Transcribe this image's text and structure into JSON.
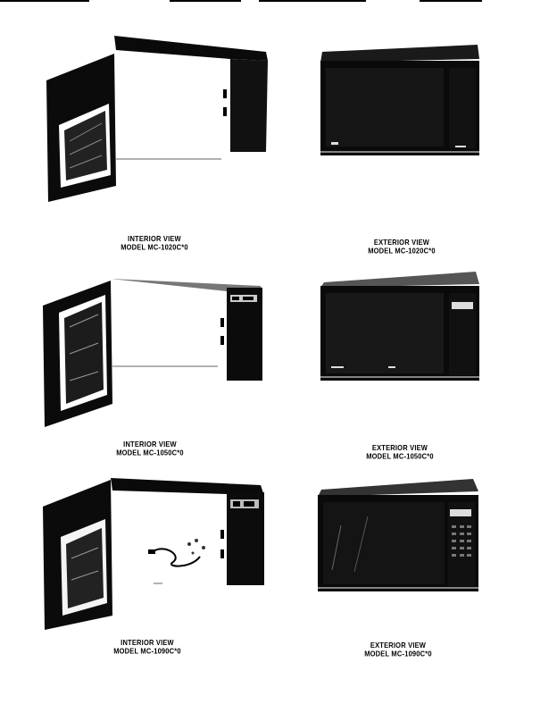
{
  "captions": [
    {
      "line1": "INTERIOR VIEW",
      "line2": "MODEL MC-1020C*0"
    },
    {
      "line1": "EXTERIOR VIEW",
      "line2": "MODEL MC-1020C*0"
    },
    {
      "line1": "INTERIOR VIEW",
      "line2": "MODEL MC-1050C*0"
    },
    {
      "line1": "EXTERIOR VIEW",
      "line2": "MODEL MC-1050C*0"
    },
    {
      "line1": "INTERIOR VIEW",
      "line2": "MODEL MC-1090C*0"
    },
    {
      "line1": "EXTERIOR VIEW",
      "line2": "MODEL MC-1090C*0"
    }
  ]
}
